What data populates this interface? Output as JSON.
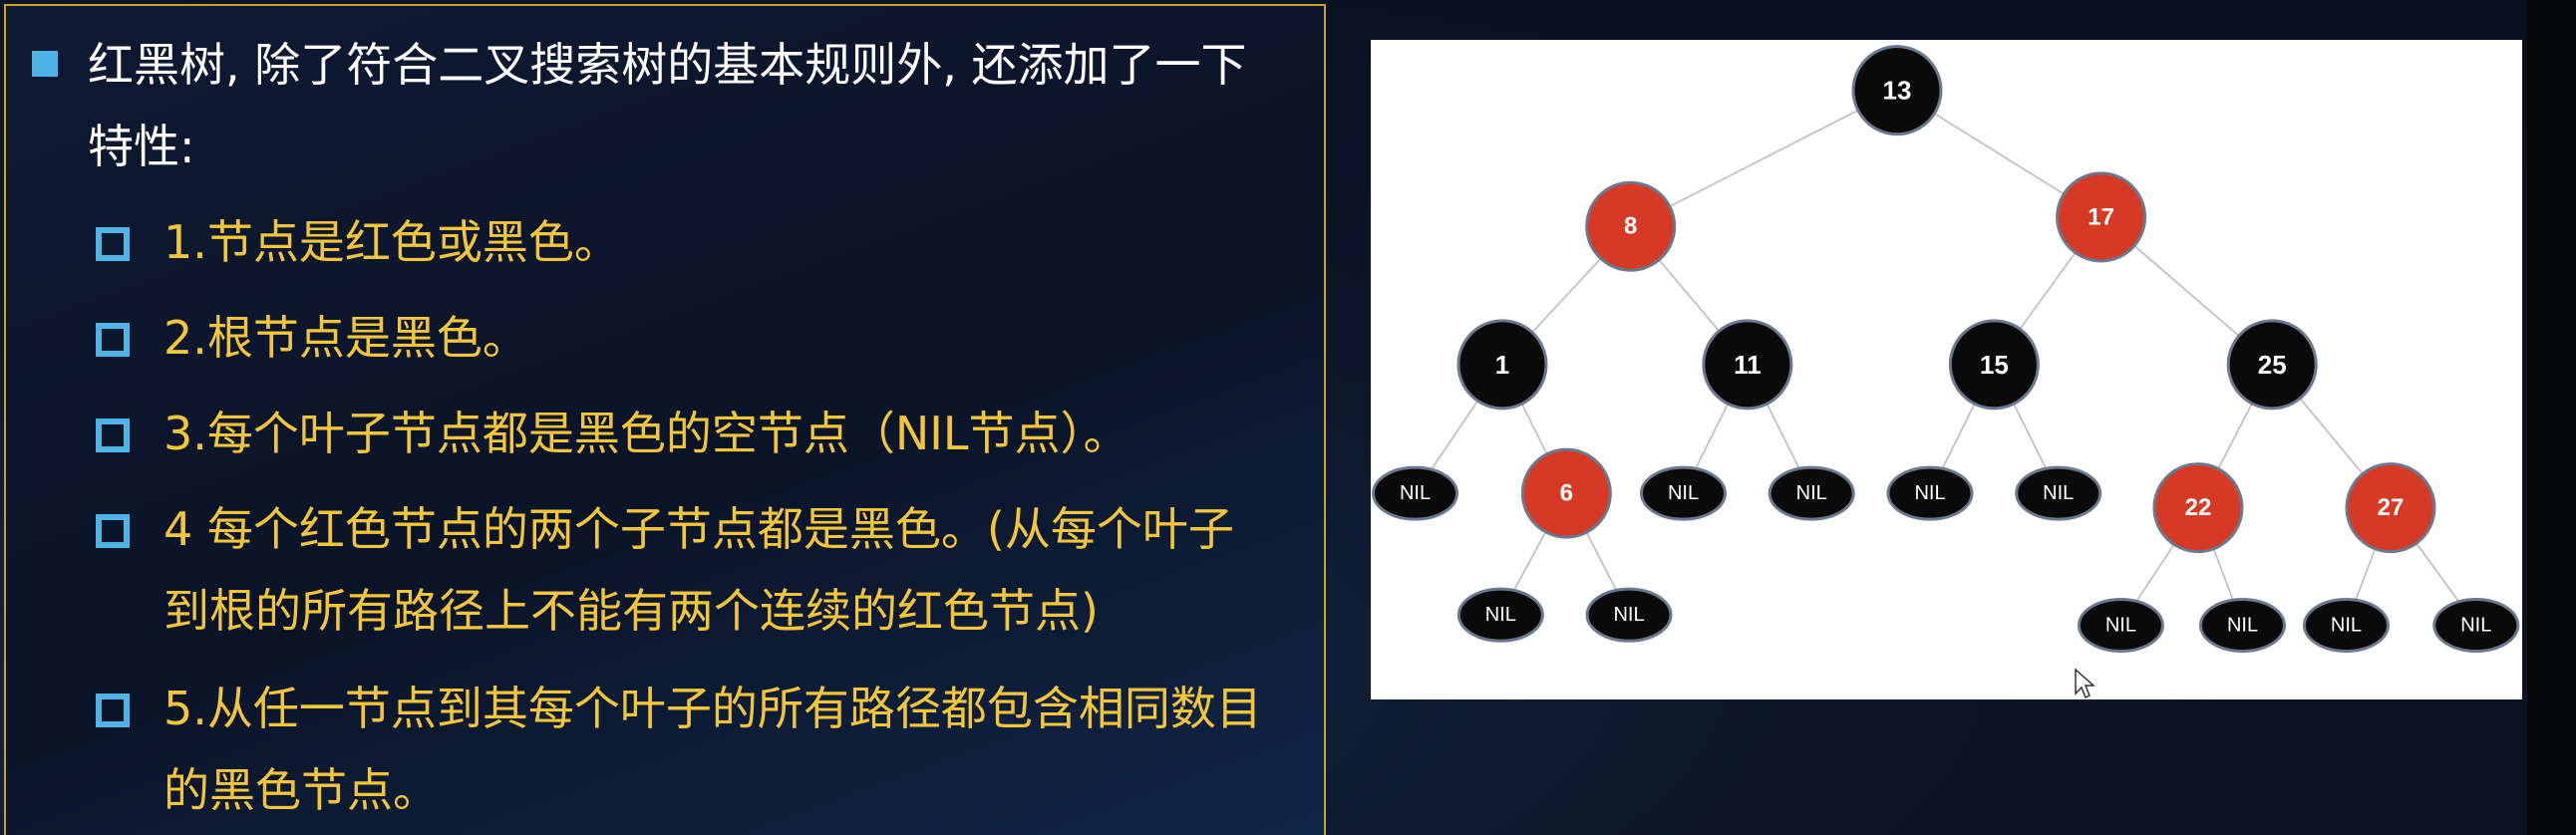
{
  "bullets": {
    "main": "红黑树, 除了符合二叉搜索树的基本规则外, 还添加了一下特性:",
    "main_line1": "红黑树, 除了符合二叉搜索树的基本规则外, 还添加了一下",
    "main_line2": "特性:",
    "items": [
      {
        "line1": "1.节点是红色或黑色。"
      },
      {
        "line1": "2.根节点是黑色。"
      },
      {
        "line1": "3.每个叶子节点都是黑色的空节点（NIL节点）。"
      },
      {
        "line1": "4 每个红色节点的两个子节点都是黑色。(从每个叶子",
        "line2": "到根的所有路径上不能有两个连续的红色节点)"
      },
      {
        "line1": "5.从任一节点到其每个叶子的所有路径都包含相同数目",
        "line2": "的黑色节点。"
      }
    ]
  },
  "tree": {
    "colors": {
      "red": "#d63a24",
      "black": "#0a0a0a",
      "edge": "#bbbbbb",
      "label": "#ffffff"
    },
    "nodes": [
      {
        "id": "n13",
        "label": "13",
        "color": "black",
        "kind": "node"
      },
      {
        "id": "n8",
        "label": "8",
        "color": "red",
        "kind": "node"
      },
      {
        "id": "n17",
        "label": "17",
        "color": "red",
        "kind": "node"
      },
      {
        "id": "n1",
        "label": "1",
        "color": "black",
        "kind": "node"
      },
      {
        "id": "n11",
        "label": "11",
        "color": "black",
        "kind": "node"
      },
      {
        "id": "n15",
        "label": "15",
        "color": "black",
        "kind": "node"
      },
      {
        "id": "n25",
        "label": "25",
        "color": "black",
        "kind": "node"
      },
      {
        "id": "nil1a",
        "label": "NIL",
        "color": "black",
        "kind": "nil"
      },
      {
        "id": "n6",
        "label": "6",
        "color": "red",
        "kind": "node"
      },
      {
        "id": "nil11a",
        "label": "NIL",
        "color": "black",
        "kind": "nil"
      },
      {
        "id": "nil11b",
        "label": "NIL",
        "color": "black",
        "kind": "nil"
      },
      {
        "id": "nil15a",
        "label": "NIL",
        "color": "black",
        "kind": "nil"
      },
      {
        "id": "nil15b",
        "label": "NIL",
        "color": "black",
        "kind": "nil"
      },
      {
        "id": "n22",
        "label": "22",
        "color": "red",
        "kind": "node"
      },
      {
        "id": "n27",
        "label": "27",
        "color": "red",
        "kind": "node"
      },
      {
        "id": "nil6a",
        "label": "NIL",
        "color": "black",
        "kind": "nil"
      },
      {
        "id": "nil6b",
        "label": "NIL",
        "color": "black",
        "kind": "nil"
      },
      {
        "id": "nil22a",
        "label": "NIL",
        "color": "black",
        "kind": "nil"
      },
      {
        "id": "nil22b",
        "label": "NIL",
        "color": "black",
        "kind": "nil"
      },
      {
        "id": "nil27a",
        "label": "NIL",
        "color": "black",
        "kind": "nil"
      },
      {
        "id": "nil27b",
        "label": "NIL",
        "color": "black",
        "kind": "nil"
      }
    ],
    "edges": [
      [
        "n13",
        "n8"
      ],
      [
        "n13",
        "n17"
      ],
      [
        "n8",
        "n1"
      ],
      [
        "n8",
        "n11"
      ],
      [
        "n17",
        "n15"
      ],
      [
        "n17",
        "n25"
      ],
      [
        "n1",
        "nil1a"
      ],
      [
        "n1",
        "n6"
      ],
      [
        "n11",
        "nil11a"
      ],
      [
        "n11",
        "nil11b"
      ],
      [
        "n15",
        "nil15a"
      ],
      [
        "n15",
        "nil15b"
      ],
      [
        "n25",
        "n22"
      ],
      [
        "n25",
        "n27"
      ],
      [
        "n6",
        "nil6a"
      ],
      [
        "n6",
        "nil6b"
      ],
      [
        "n22",
        "nil22a"
      ],
      [
        "n22",
        "nil22b"
      ],
      [
        "n27",
        "nil27a"
      ],
      [
        "n27",
        "nil27b"
      ]
    ]
  }
}
